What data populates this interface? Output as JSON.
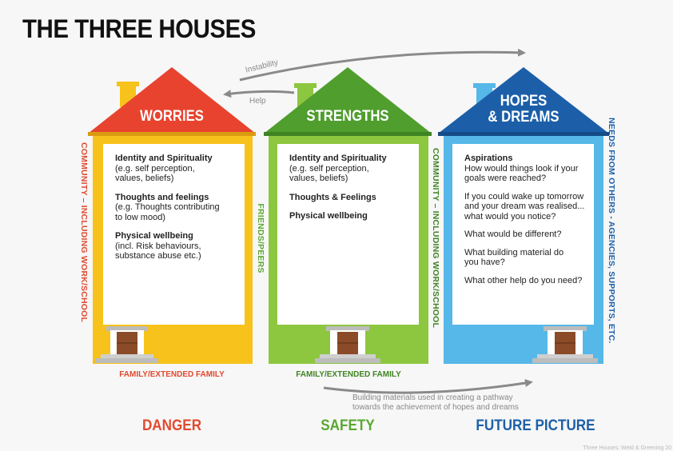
{
  "title": "THE THREE HOUSES",
  "colors": {
    "worries_roof": "#e8432e",
    "worries_walls": "#f7c21b",
    "strengths_roof": "#5aa830",
    "strengths_walls": "#8dc63f",
    "hopes_roof": "#1c5fa8",
    "hopes_walls": "#55b8e8",
    "danger": "#e2492f",
    "safety": "#5aa830",
    "future": "#1c5fa8",
    "arrow": "#8a8a8a"
  },
  "arrows": {
    "instability": "Instability",
    "help": "Help"
  },
  "houses": {
    "worries": {
      "title": "WORRIES",
      "items": [
        {
          "heading": "Identity and Spirituality",
          "detail": "(e.g. self perception,\nvalues, beliefs)"
        },
        {
          "heading": "Thoughts and feelings",
          "detail": "(e.g. Thoughts contributing\n to low mood)"
        },
        {
          "heading": "Physical wellbeing",
          "detail": "(incl. Risk behaviours,\nsubstance abuse etc.)"
        }
      ],
      "left_side": "COMMUNITY – INCLUDING WORK/SCHOOL",
      "right_side": "FRIENDS/PEERS",
      "family": "FAMILY/EXTENDED FAMILY"
    },
    "strengths": {
      "title": "STRENGTHS",
      "items": [
        {
          "heading": "Identity and Spirituality",
          "detail": "(e.g. self perception,\nvalues, beliefs)"
        },
        {
          "heading": "Thoughts & Feelings",
          "detail": ""
        },
        {
          "heading": "Physical wellbeing",
          "detail": ""
        }
      ],
      "right_side": "COMMUNITY – INCLUDING WORK/SCHOOL",
      "family": "FAMILY/EXTENDED FAMILY"
    },
    "hopes": {
      "title_line1": "HOPES",
      "title_line2": "& DREAMS",
      "aspirations_heading": "Aspirations",
      "questions": [
        "How would things look if your\ngoals were reached?",
        "If you could wake up tomorrow\nand your dream was realised...\nwhat would you notice?",
        "What would be different?",
        "What building material do\nyou have?",
        "What other help do you need?"
      ],
      "right_side": "NEEDS FROM OTHERS - AGENCIES, SUPPORTS, ETC."
    }
  },
  "pathway_note": "Building materials used in creating a pathway\ntowards the achievement of hopes and dreams",
  "footer": {
    "danger": "DANGER",
    "safety": "SAFETY",
    "future": "FUTURE PICTURE"
  },
  "credit": "Three Houses: Weld & Greening 20"
}
